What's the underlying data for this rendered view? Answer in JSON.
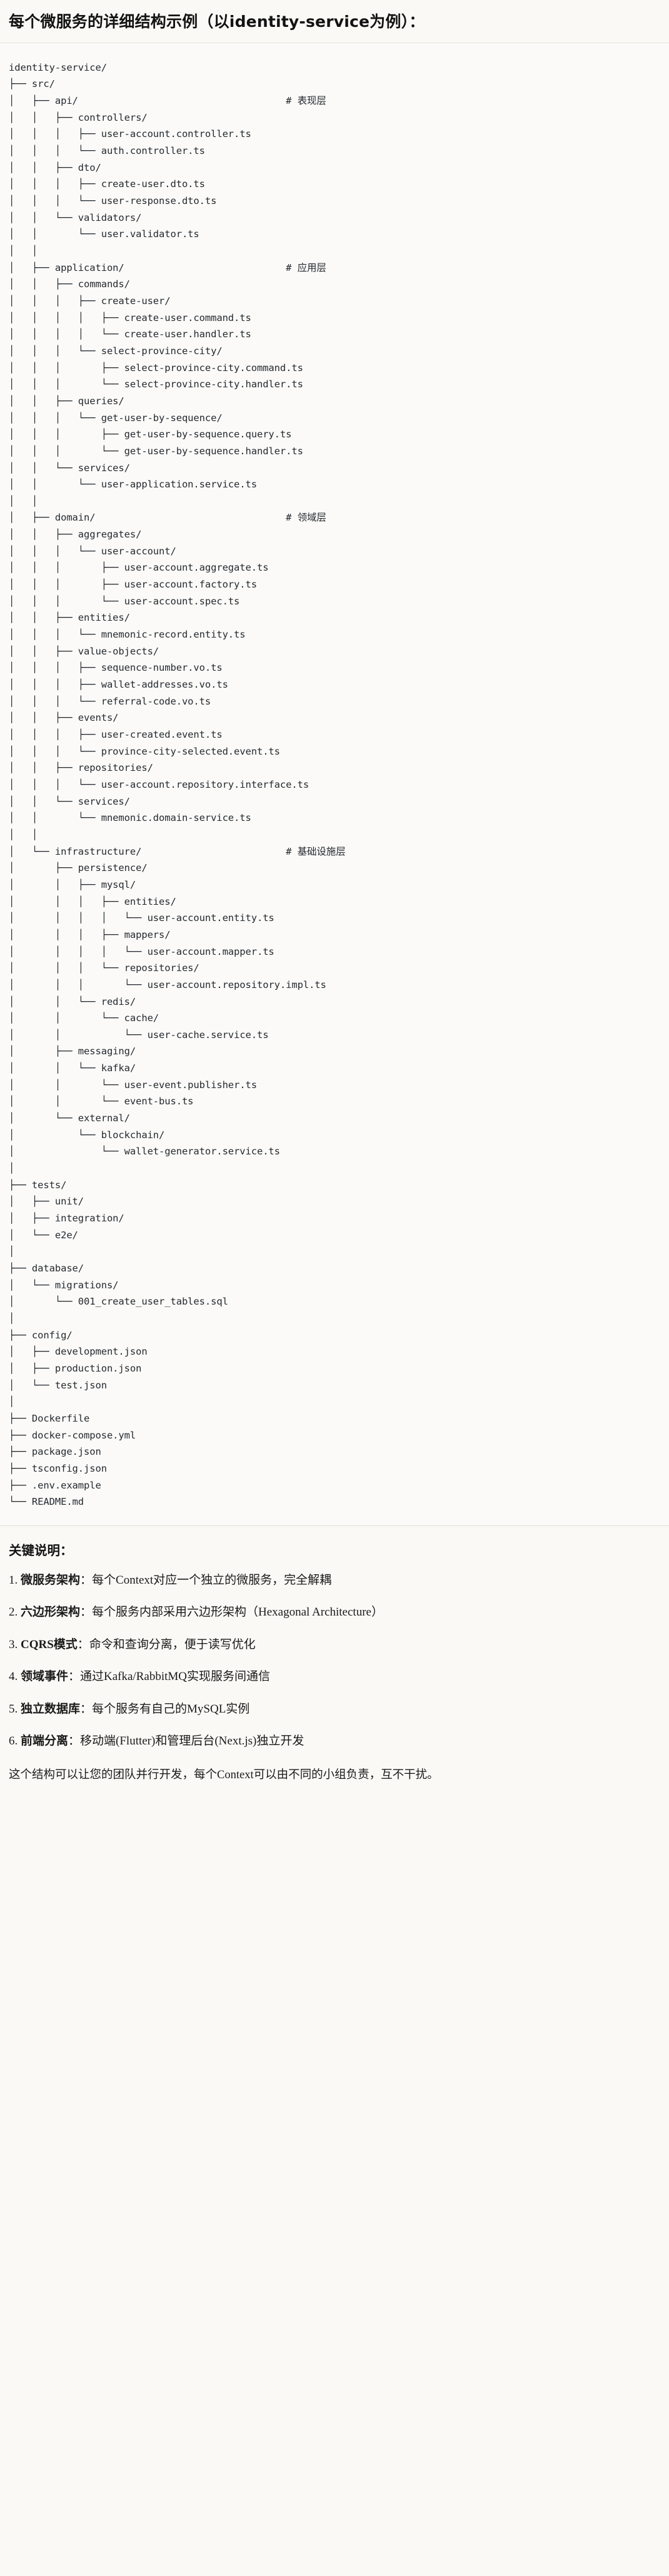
{
  "heading": {
    "title": "每个微服务的详细结构示例（以identity-service为例）："
  },
  "tree": {
    "root": "identity-service/",
    "text": "identity-service/\n├── src/\n│   ├── api/                                    # 表现层\n│   │   ├── controllers/\n│   │   │   ├── user-account.controller.ts\n│   │   │   └── auth.controller.ts\n│   │   ├── dto/\n│   │   │   ├── create-user.dto.ts\n│   │   │   └── user-response.dto.ts\n│   │   └── validators/\n│   │       └── user.validator.ts\n│   │\n│   ├── application/                            # 应用层\n│   │   ├── commands/\n│   │   │   ├── create-user/\n│   │   │   │   ├── create-user.command.ts\n│   │   │   │   └── create-user.handler.ts\n│   │   │   └── select-province-city/\n│   │   │       ├── select-province-city.command.ts\n│   │   │       └── select-province-city.handler.ts\n│   │   ├── queries/\n│   │   │   └── get-user-by-sequence/\n│   │   │       ├── get-user-by-sequence.query.ts\n│   │   │       └── get-user-by-sequence.handler.ts\n│   │   └── services/\n│   │       └── user-application.service.ts\n│   │\n│   ├── domain/                                 # 领域层\n│   │   ├── aggregates/\n│   │   │   └── user-account/\n│   │   │       ├── user-account.aggregate.ts\n│   │   │       ├── user-account.factory.ts\n│   │   │       └── user-account.spec.ts\n│   │   ├── entities/\n│   │   │   └── mnemonic-record.entity.ts\n│   │   ├── value-objects/\n│   │   │   ├── sequence-number.vo.ts\n│   │   │   ├── wallet-addresses.vo.ts\n│   │   │   └── referral-code.vo.ts\n│   │   ├── events/\n│   │   │   ├── user-created.event.ts\n│   │   │   └── province-city-selected.event.ts\n│   │   ├── repositories/\n│   │   │   └── user-account.repository.interface.ts\n│   │   └── services/\n│   │       └── mnemonic.domain-service.ts\n│   │\n│   └── infrastructure/                         # 基础设施层\n│       ├── persistence/\n│       │   ├── mysql/\n│       │   │   ├── entities/\n│       │   │   │   └── user-account.entity.ts\n│       │   │   ├── mappers/\n│       │   │   │   └── user-account.mapper.ts\n│       │   │   └── repositories/\n│       │   │       └── user-account.repository.impl.ts\n│       │   └── redis/\n│       │       └── cache/\n│       │           └── user-cache.service.ts\n│       ├── messaging/\n│       │   └── kafka/\n│       │       └── user-event.publisher.ts\n│       │       └── event-bus.ts\n│       └── external/\n│           └── blockchain/\n│               └── wallet-generator.service.ts\n│\n├── tests/\n│   ├── unit/\n│   ├── integration/\n│   └── e2e/\n│\n├── database/\n│   └── migrations/\n│       └── 001_create_user_tables.sql\n│\n├── config/\n│   ├── development.json\n│   ├── production.json\n│   └── test.json\n│\n├── Dockerfile\n├── docker-compose.yml\n├── package.json\n├── tsconfig.json\n├── .env.example\n└── README.md",
    "layer_comments": [
      "# 表现层",
      "# 应用层",
      "# 领域层",
      "# 基础设施层"
    ]
  },
  "notes": {
    "title": "关键说明：",
    "items": [
      {
        "lead": "微服务架构",
        "body": "：每个Context对应一个独立的微服务，完全解耦"
      },
      {
        "lead": "六边形架构",
        "body": "：每个服务内部采用六边形架构（Hexagonal Architecture）"
      },
      {
        "lead": "CQRS模式",
        "body": "：命令和查询分离，便于读写优化"
      },
      {
        "lead": "领域事件",
        "body": "：通过Kafka/RabbitMQ实现服务间通信"
      },
      {
        "lead": "独立数据库",
        "body": "：每个服务有自己的MySQL实例"
      },
      {
        "lead": "前端分离",
        "body": "：移动端(Flutter)和管理后台(Next.js)独立开发"
      }
    ],
    "closing": "这个结构可以让您的团队并行开发，每个Context可以由不同的小组负责，互不干扰。"
  }
}
